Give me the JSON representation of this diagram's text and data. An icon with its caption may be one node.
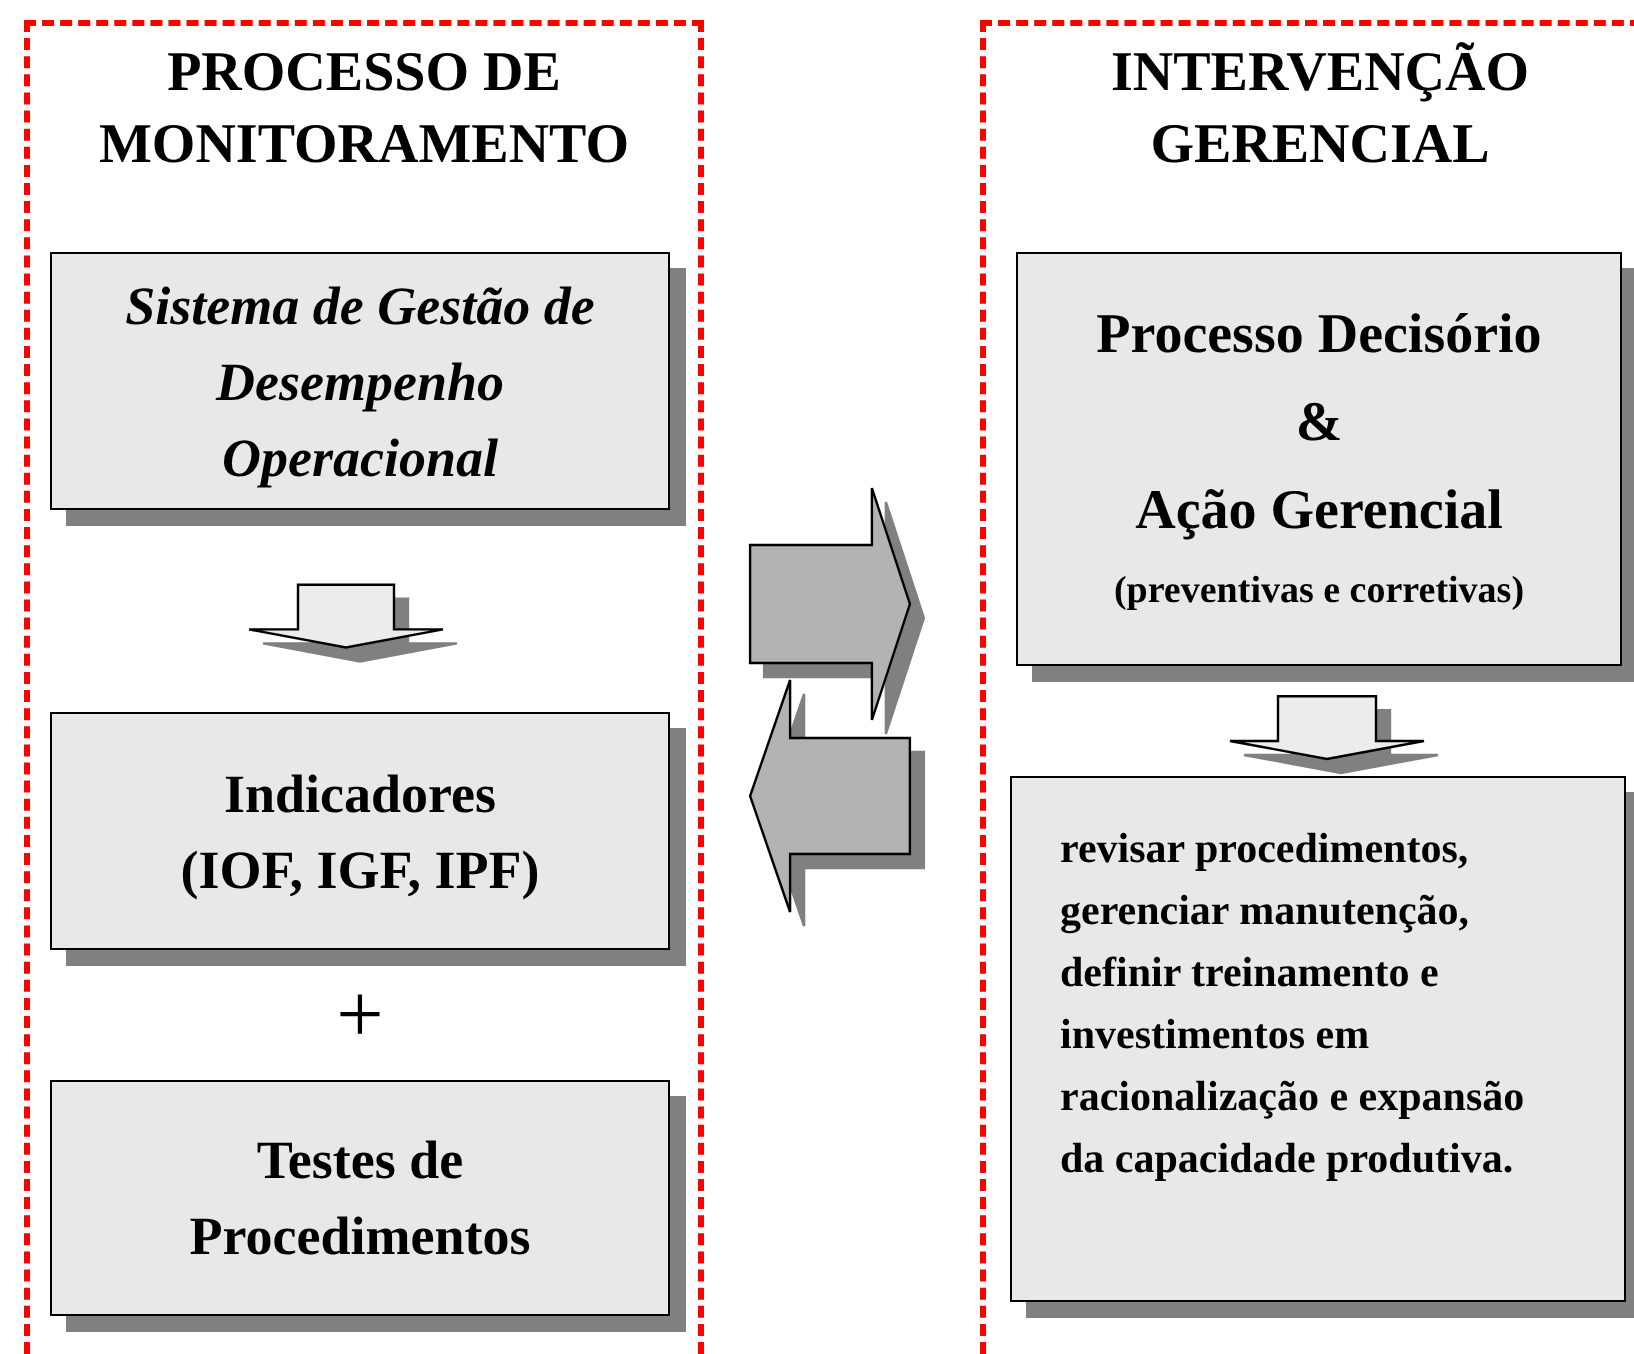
{
  "diagram": {
    "nodes": [
      {
        "text": [
          "PROCESSO DE MONITORAMENTO"
        ]
      },
      {
        "text": [
          "Sistema de Gestão de Desempenho Operacional"
        ],
        "in": 0
      },
      {
        "text": [
          "Indicadores (IOF, IGF, IPF)"
        ],
        "in": 0
      },
      {
        "text": [
          "Testes de Procedimentos"
        ],
        "in": 0
      },
      {
        "text": [
          "INTERVENÇÃO GERENCIAL"
        ]
      },
      {
        "text": [
          "Processo Decisório",
          "&",
          "Ação Gerencial",
          "(preventivas e corretivas)"
        ],
        "in": 4
      },
      {
        "text": [
          "revisar procedimentos, gerenciar manutenção, definir treinamento e investimentos em racionalização e expansão da capacidade produtiva."
        ],
        "in": 4
      }
    ],
    "edges": [
      {
        "from": 1,
        "to": 2,
        "arrow": "to"
      },
      {
        "from": 5,
        "to": 6,
        "arrow": "to"
      },
      {
        "from": 0,
        "to": 4,
        "arrow": "to",
        "color": "#b3b3b3"
      },
      {
        "from": 4,
        "to": 0,
        "arrow": "to",
        "color": "#b3b3b3"
      }
    ],
    "labels": [
      "+"
    ]
  }
}
